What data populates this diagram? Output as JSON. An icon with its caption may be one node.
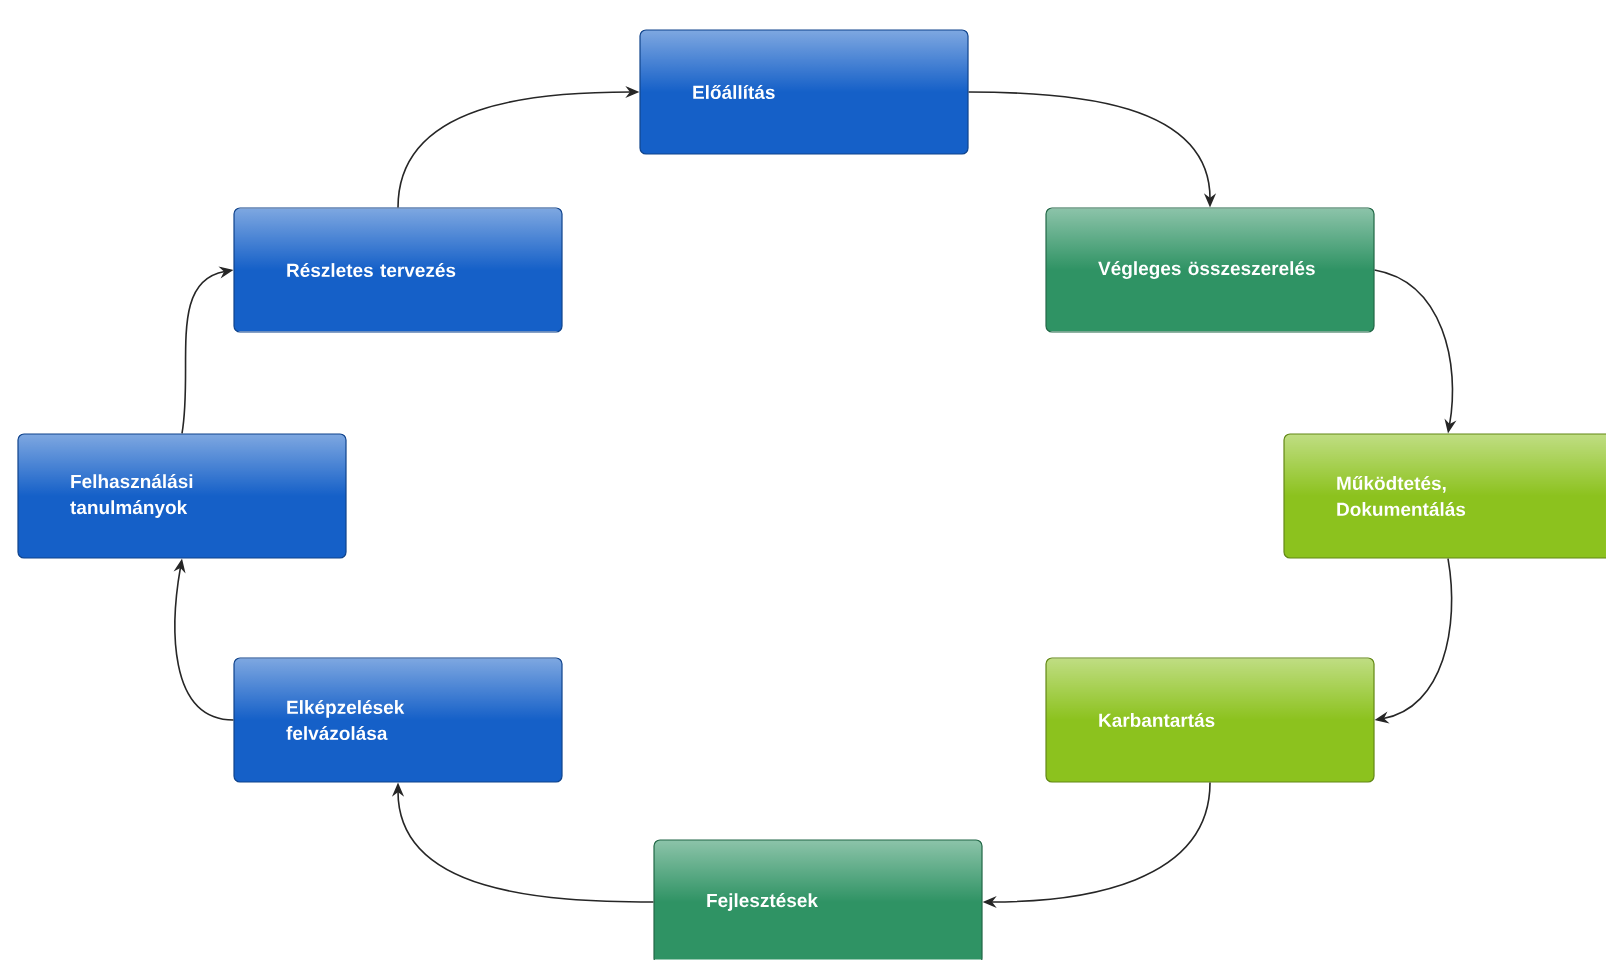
{
  "diagram": {
    "nodes": [
      {
        "text": [
          "Előállítás"
        ]
      },
      {
        "text": [
          "Végleges összeszerelés"
        ]
      },
      {
        "text": [
          "Működtetés, Dokumentálás"
        ]
      },
      {
        "text": [
          "Karbantartás"
        ]
      },
      {
        "text": [
          "Fejlesztések"
        ]
      },
      {
        "text": [
          "Elképzelések felvázolása"
        ]
      },
      {
        "text": [
          "Felhasználási tanulmányok"
        ]
      },
      {
        "text": [
          "Részletes tervezés"
        ]
      }
    ],
    "edges": [
      {
        "from": 0,
        "to": 1,
        "arrow": "to"
      },
      {
        "from": 1,
        "to": 2,
        "arrow": "to"
      },
      {
        "from": 2,
        "to": 3,
        "arrow": "to"
      },
      {
        "from": 3,
        "to": 4,
        "arrow": "to"
      },
      {
        "from": 4,
        "to": 5,
        "arrow": "to"
      },
      {
        "from": 5,
        "to": 6,
        "arrow": "to"
      },
      {
        "from": 6,
        "to": 7,
        "arrow": "to"
      },
      {
        "from": 7,
        "to": 0,
        "arrow": "to"
      }
    ]
  }
}
